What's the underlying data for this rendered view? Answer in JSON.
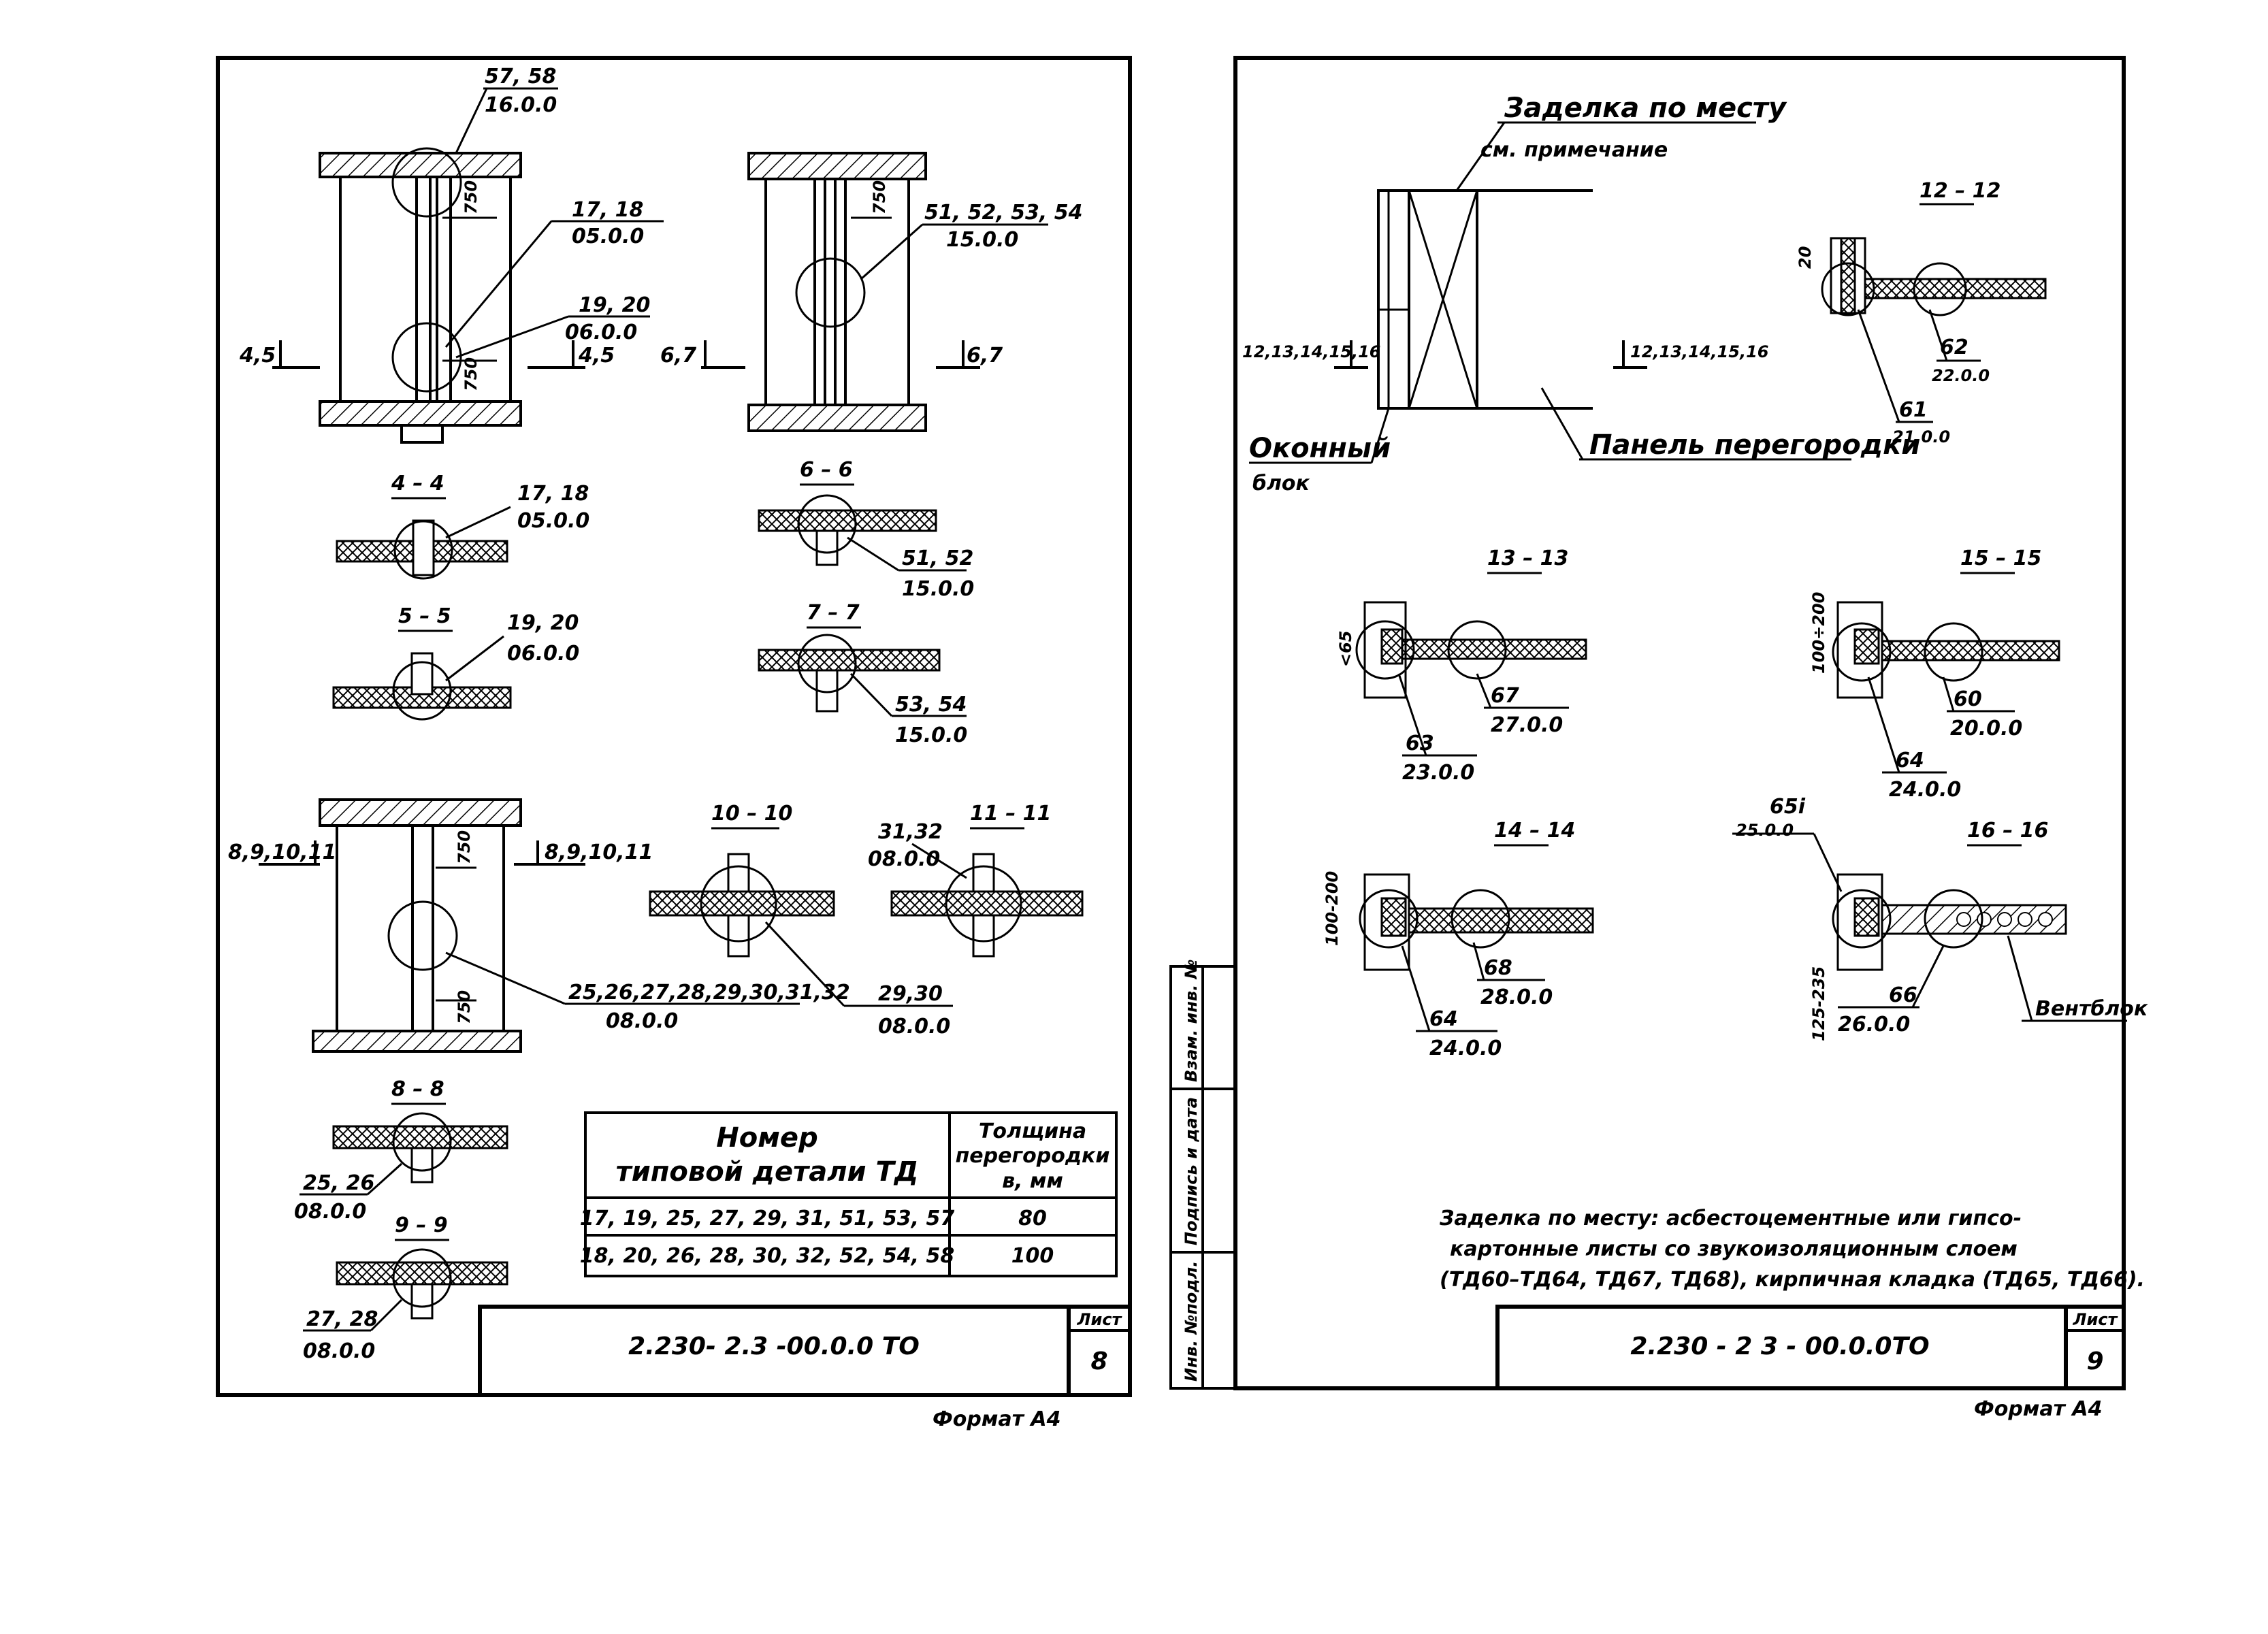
{
  "sheet_left": {
    "sheet_number_label": "Лист",
    "sheet_number": "8",
    "document_code": "2.230- 2.3 -00.0.0 ТО",
    "format": "Формат А4",
    "callouts": {
      "c57_58": "57, 58",
      "c57_58_code": "16.0.0",
      "c17_18": "17, 18",
      "c17_18_code": "05.0.0",
      "c19_20": "19, 20",
      "c19_20_code": "06.0.0",
      "c51_54": "51, 52, 53, 54",
      "c51_54_code": "15.0.0",
      "cut45_left": "4,5",
      "cut45_right": "4,5",
      "cut67_left": "6,7",
      "cut67_right": "6,7",
      "dim750": "750",
      "sec44": "4 – 4",
      "sec44_num": "17, 18",
      "sec44_code": "05.0.0",
      "sec55": "5 – 5",
      "sec55_num": "19, 20",
      "sec55_code": "06.0.0",
      "sec66": "6 – 6",
      "sec66_num": "51, 52",
      "sec66_code": "15.0.0",
      "sec77": "7 – 7",
      "sec77_num": "53, 54",
      "sec77_code": "15.0.0",
      "cut811_left": "8,9,10,11",
      "cut811_right": "8,9,10,11",
      "c25_32": "25,26,27,28,29,30,31,32",
      "c25_32_code": "08.0.0",
      "sec1010": "10 – 10",
      "sec1010_num": "29,30",
      "sec1010_code": "08.0.0",
      "sec1111": "11 – 11",
      "sec1111_num": "31,32",
      "sec1111_code": "08.0.0",
      "sec88": "8 – 8",
      "sec88_num": "25, 26",
      "sec88_code": "08.0.0",
      "sec99": "9 – 9",
      "sec99_num": "27, 28",
      "sec99_code": "08.0.0"
    },
    "table": {
      "head_col1_line1": "Номер",
      "head_col1_line2": "типовой детали ТД",
      "head_col2_line1": "Толщина",
      "head_col2_line2": "перегородки",
      "head_col2_line3": "в, мм",
      "rows": [
        {
          "parts": "17, 19, 25, 27, 29, 31, 51, 53, 57",
          "thickness": "80"
        },
        {
          "parts": "18, 20, 26, 28, 30, 32, 52, 54, 58",
          "thickness": "100"
        }
      ]
    }
  },
  "sheet_right": {
    "sheet_number_label": "Лист",
    "sheet_number": "9",
    "document_code": "2.230 - 2 3 - 00.0.0ТО",
    "format": "Формат А4",
    "side_stamp": {
      "inv_no": "Инв. №подл.",
      "sign_date": "Подпись и дата",
      "replace_inv": "Взам. инв. №"
    },
    "callouts": {
      "embed_line1": "Заделка по месту",
      "embed_line2": "см. примечание",
      "cut1216_left": "12,13,14,15,16",
      "cut1216_right": "12,13,14,15,16",
      "window_line1": "Оконный",
      "window_line2": "блок",
      "panel": "Панель перегородки",
      "sec1212": "12 – 12",
      "sec1212_dim": "20",
      "sec1212_n1": "62",
      "sec1212_c1": "22.0.0",
      "sec1212_n2": "61",
      "sec1212_c2": "21.0.0",
      "sec1313": "13 – 13",
      "sec1313_dim": "<65",
      "sec1313_n1": "67",
      "sec1313_c1": "27.0.0",
      "sec1313_n2": "63",
      "sec1313_c2": "23.0.0",
      "sec1515": "15 – 15",
      "sec1515_dim": "100÷200",
      "sec1515_n1": "60",
      "sec1515_c1": "20.0.0",
      "sec1515_n2": "64",
      "sec1515_c2": "24.0.0",
      "sec1414": "14 – 14",
      "sec1414_dim": "100-200",
      "sec1414_n1": "68",
      "sec1414_c1": "28.0.0",
      "sec1414_n2": "64",
      "sec1414_c2": "24.0.0",
      "sec1616": "16 – 16",
      "sec1616_dim": "125-235",
      "sec1616_n1": "65i",
      "sec1616_c1": "25.0.0",
      "sec1616_n2": "66",
      "sec1616_c2": "26.0.0",
      "ventblock": "Вентблок"
    },
    "note_line1": "Заделка по месту: асбестоцементные или гипсо-",
    "note_line2": "картонные листы со звукоизоляционным слоем",
    "note_line3": "(ТД60–ТД64, ТД67, ТД68), кирпичная кладка (ТД65, ТД66)."
  }
}
